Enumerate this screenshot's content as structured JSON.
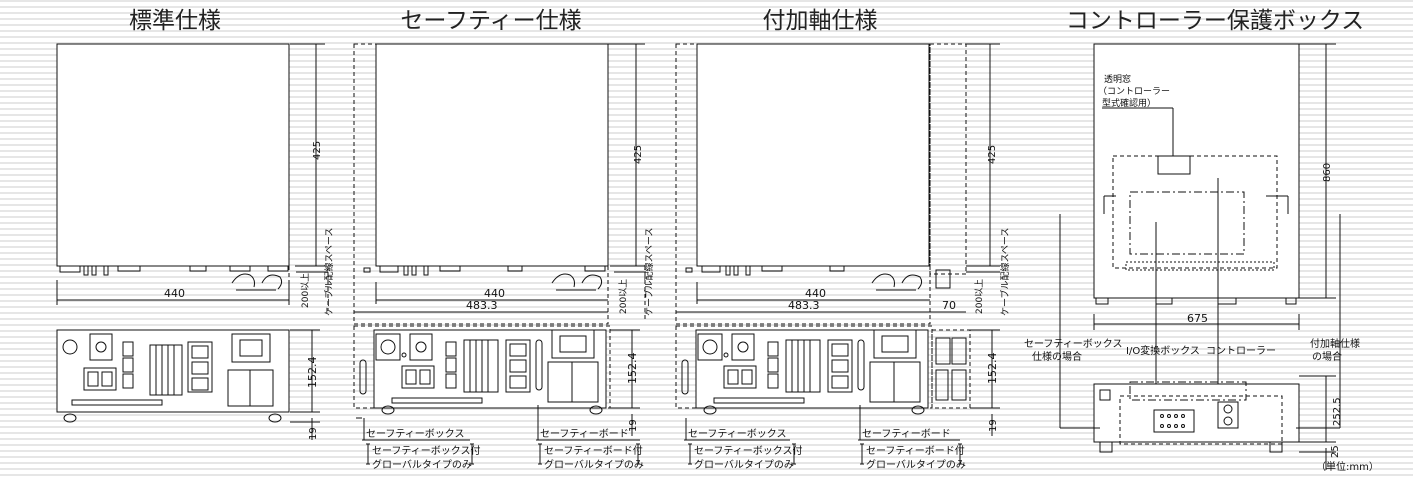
{
  "panels": {
    "standard": {
      "title": "標準仕様",
      "dim_height": "425",
      "dim_width": "440",
      "cable_clearance": "200以上",
      "cable_space": "ケーブル配線スペース",
      "side_height": "152.4",
      "foot_height": "19"
    },
    "safety": {
      "title": "セーフティー仕様",
      "dim_height": "425",
      "dim_width": "440",
      "dim_total_width": "483.3",
      "cable_clearance": "200以上",
      "cable_space": "ケーブル配線スペース",
      "side_height": "152.4",
      "foot_height": "19",
      "label_box": "セーフティーボックス",
      "label_board": "セーフティーボード",
      "note_box": [
        "セーフティーボックス付",
        "グローバルタイプのみ"
      ],
      "note_board": [
        "セーフティーボード付",
        "グローバルタイプのみ"
      ]
    },
    "axis": {
      "title": "付加軸仕様",
      "dim_height": "425",
      "dim_width": "440",
      "dim_total_width": "483.3",
      "dim_extra_width": "70",
      "cable_clearance": "200以上",
      "cable_space": "ケーブル配線スペース",
      "side_height": "152.4",
      "foot_height": "19",
      "label_box": "セーフティーボックス",
      "label_board": "セーフティーボード",
      "note_box": [
        "セーフティーボックス付",
        "グローバルタイプのみ"
      ],
      "note_board": [
        "セーフティーボード付",
        "グローバルタイプのみ"
      ]
    },
    "protect": {
      "title": "コントローラー保護ボックス",
      "window_label": [
        "透明窓",
        "（コントローラー",
        "型式確認用）"
      ],
      "dim_height": "860",
      "dim_width": "675",
      "label_safety_case": [
        "セーフティーボックス",
        "仕様の場合"
      ],
      "label_io": "I/O変換ボックス",
      "label_controller": "コントローラー",
      "label_axis_case": [
        "付加軸仕様",
        "の場合"
      ],
      "dim_side": "252.5",
      "dim_foot": "25",
      "unit": "（単位:mm）"
    }
  }
}
